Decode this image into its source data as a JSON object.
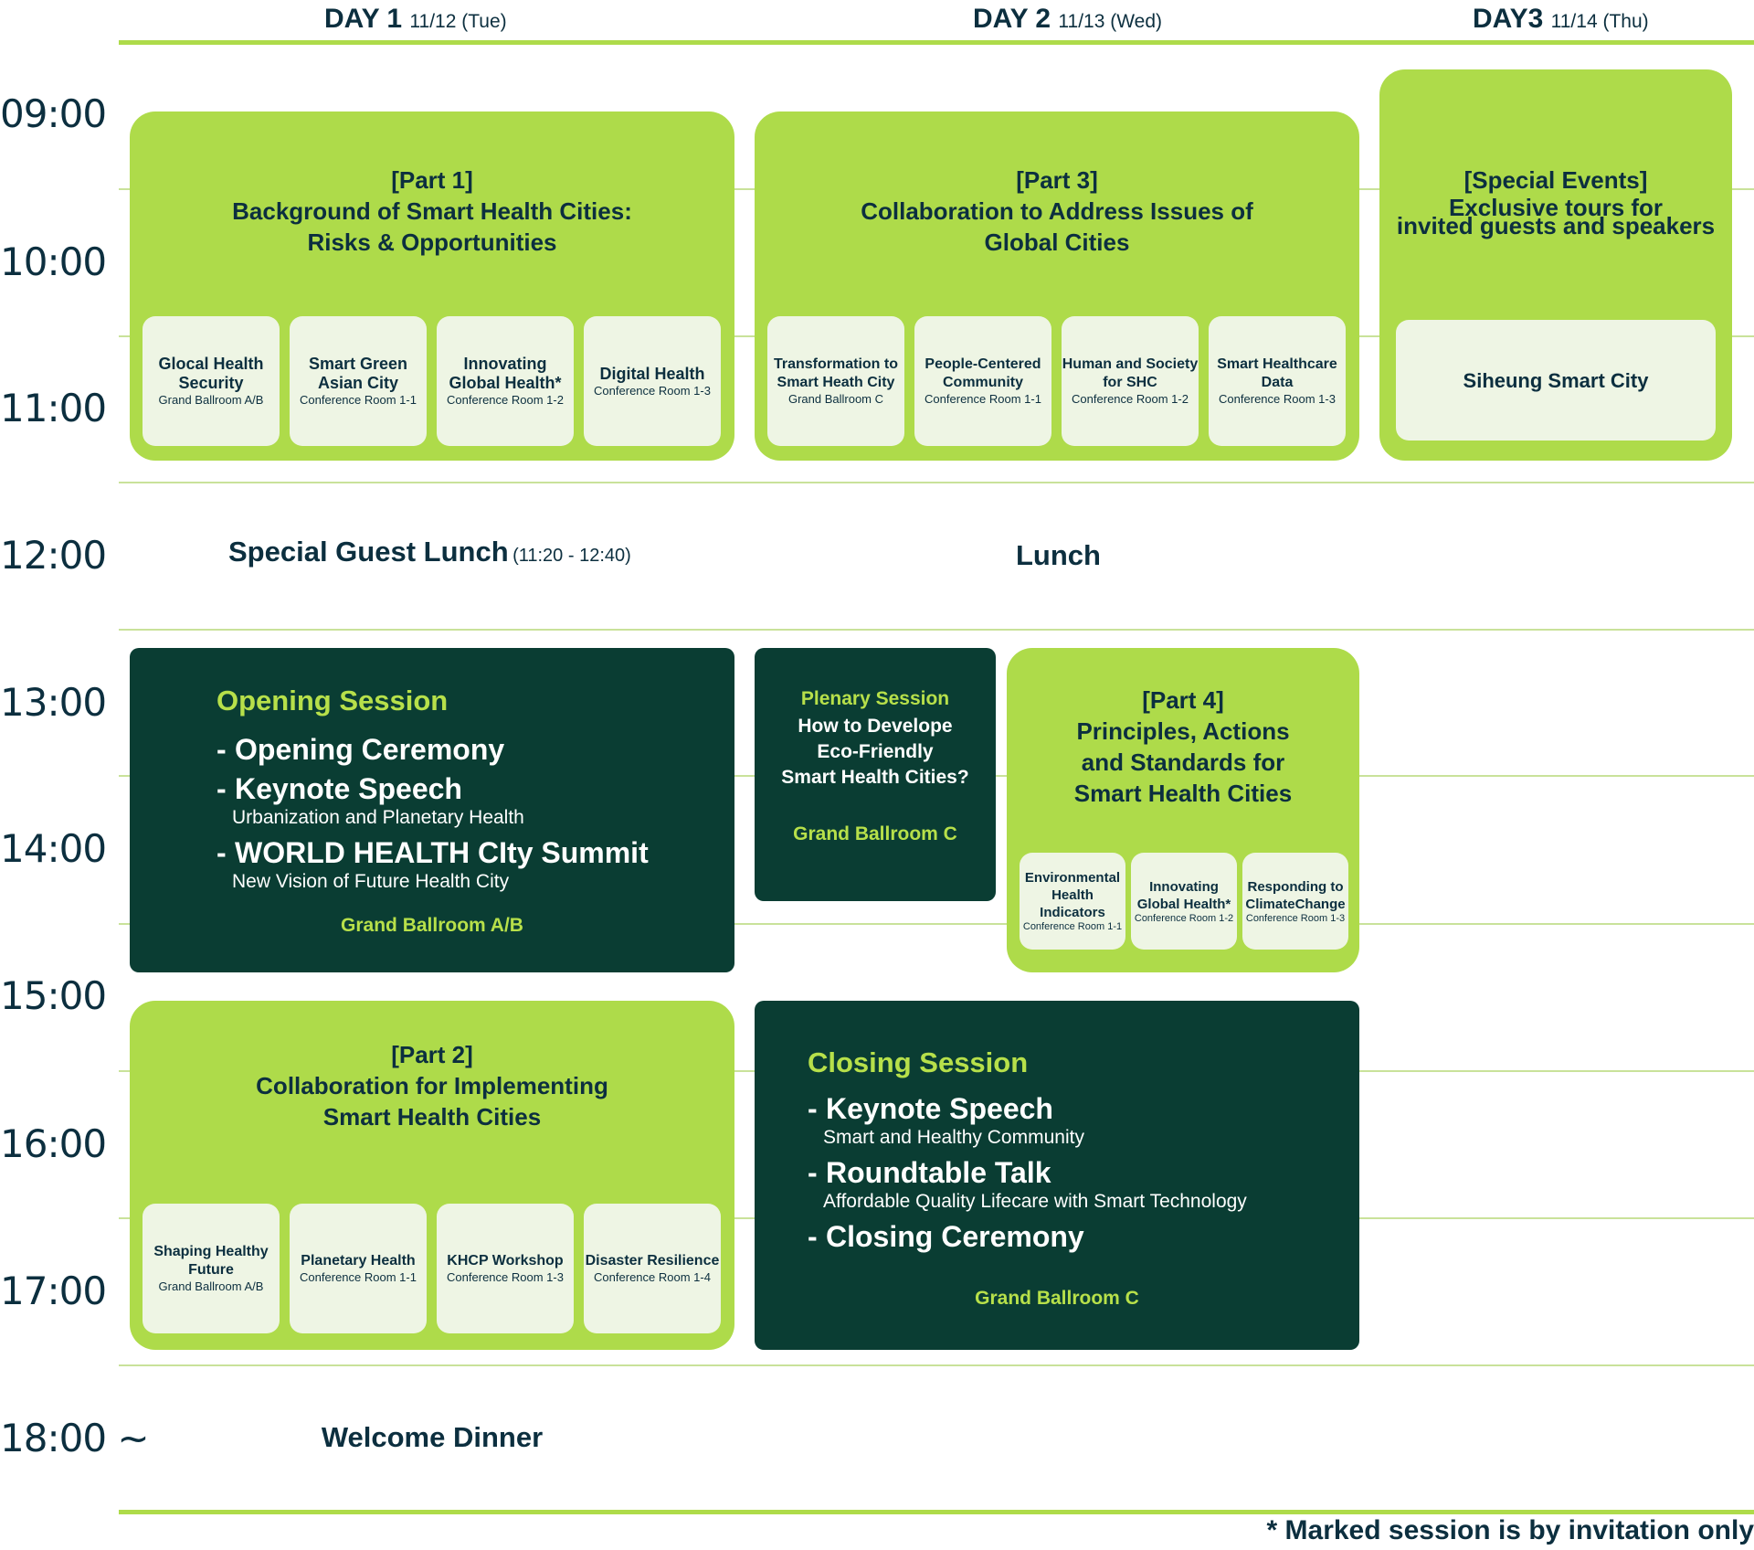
{
  "days": [
    {
      "label": "DAY 1",
      "date": "11/12 (Tue)"
    },
    {
      "label": "DAY 2",
      "date": "11/13 (Wed)"
    },
    {
      "label": "DAY3",
      "date": "11/14 (Thu)"
    }
  ],
  "times": [
    "09:00",
    "10:00",
    "11:00",
    "12:00",
    "13:00",
    "14:00",
    "15:00",
    "16:00",
    "17:00",
    "18:00 ~"
  ],
  "part1": {
    "title": [
      "[Part 1]",
      "Background of Smart Health Cities:",
      "Risks & Opportunities"
    ],
    "sessions": [
      {
        "title": [
          "Glocal Health",
          "Security"
        ],
        "room": "Grand Ballroom A/B"
      },
      {
        "title": [
          "Smart Green",
          "Asian City"
        ],
        "room": "Conference Room 1-1"
      },
      {
        "title": [
          "Innovating",
          "Global Health*"
        ],
        "room": "Conference Room 1-2"
      },
      {
        "title": [
          "Digital Health"
        ],
        "room": "Conference Room 1-3"
      }
    ]
  },
  "part3": {
    "title": [
      "[Part 3]",
      "Collaboration to Address Issues of",
      "Global Cities"
    ],
    "sessions": [
      {
        "title": [
          "Transformation to",
          "Smart Heath City"
        ],
        "room": "Grand Ballroom C"
      },
      {
        "title": [
          "People-Centered",
          "Community"
        ],
        "room": "Conference Room 1-1"
      },
      {
        "title": [
          "Human and Society",
          "for SHC"
        ],
        "room": "Conference Room 1-2"
      },
      {
        "title": [
          "Smart Healthcare",
          "Data"
        ],
        "room": "Conference Room 1-3"
      }
    ]
  },
  "special": {
    "title": [
      "[Special Events]",
      "Exclusive tours for",
      "invited guests and speakers"
    ],
    "session": "Siheung Smart City"
  },
  "lunch1": {
    "label": "Special Guest Lunch",
    "time": "(11:20 - 12:40)"
  },
  "lunch2": {
    "label": "Lunch"
  },
  "opening": {
    "heading": "Opening Session",
    "items": [
      {
        "title": "Opening Ceremony",
        "sub": ""
      },
      {
        "title": "Keynote Speech",
        "sub": "Urbanization and Planetary Health"
      },
      {
        "title": "WORLD HEALTH CIty Summit",
        "sub": "New Vision of Future Health City"
      }
    ],
    "room": "Grand Ballroom A/B"
  },
  "plenary": {
    "heading": "Plenary Session",
    "lines": [
      "How to Develope",
      "Eco-Friendly",
      "Smart Health Cities?"
    ],
    "room": "Grand Ballroom C"
  },
  "part4": {
    "title": [
      "[Part 4]",
      "Principles, Actions",
      "and Standards for",
      "Smart Health Cities"
    ],
    "sessions": [
      {
        "title": [
          "Environmental",
          "Health",
          "Indicators"
        ],
        "room": "Conference Room 1-1"
      },
      {
        "title": [
          "Innovating",
          "Global Health*"
        ],
        "room": "Conference Room 1-2"
      },
      {
        "title": [
          "Responding to",
          "ClimateChange"
        ],
        "room": "Conference Room 1-3"
      }
    ]
  },
  "part2": {
    "title": [
      "[Part 2]",
      "Collaboration for Implementing",
      "Smart Health Cities"
    ],
    "sessions": [
      {
        "title": [
          "Shaping Healthy",
          "Future"
        ],
        "room": "Grand Ballroom A/B"
      },
      {
        "title": [
          "Planetary Health"
        ],
        "room": "Conference Room 1-1"
      },
      {
        "title": [
          "KHCP Workshop"
        ],
        "room": "Conference Room 1-3"
      },
      {
        "title": [
          "Disaster Resilience"
        ],
        "room": "Conference Room 1-4"
      }
    ]
  },
  "closing": {
    "heading": "Closing Session",
    "items": [
      {
        "title": "Keynote Speech",
        "sub": "Smart and Healthy Community"
      },
      {
        "title": "Roundtable Talk",
        "sub": "Affordable Quality Lifecare with Smart Technology"
      },
      {
        "title": "Closing Ceremony",
        "sub": ""
      }
    ],
    "room": "Grand Ballroom C"
  },
  "dinner": "Welcome Dinner",
  "footnote": "* Marked session is by invitation only",
  "colors": {
    "lime": "#aedb4a",
    "dark": "#0a3d33",
    "navy": "#0c2f3f",
    "pale": "#eef5e4"
  }
}
